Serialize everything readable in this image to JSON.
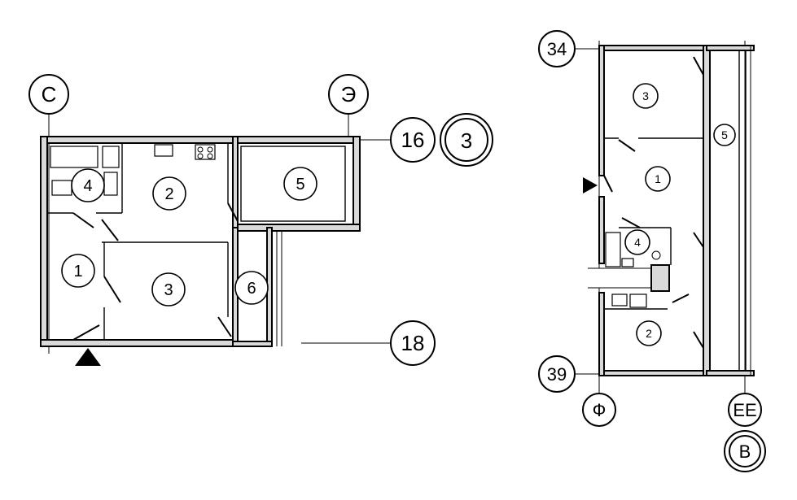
{
  "plan_a": {
    "rooms": [
      "1",
      "2",
      "3",
      "4",
      "5",
      "6"
    ],
    "axes": {
      "left": "С",
      "right": "Э",
      "top_row": "16",
      "bottom_row": "18",
      "section": "3"
    }
  },
  "plan_b": {
    "rooms": [
      "1",
      "2",
      "3",
      "4",
      "5"
    ],
    "axes": {
      "top_row": "34",
      "bottom_row": "39",
      "left": "Ф",
      "right": "ЕЕ",
      "section": "В"
    }
  }
}
